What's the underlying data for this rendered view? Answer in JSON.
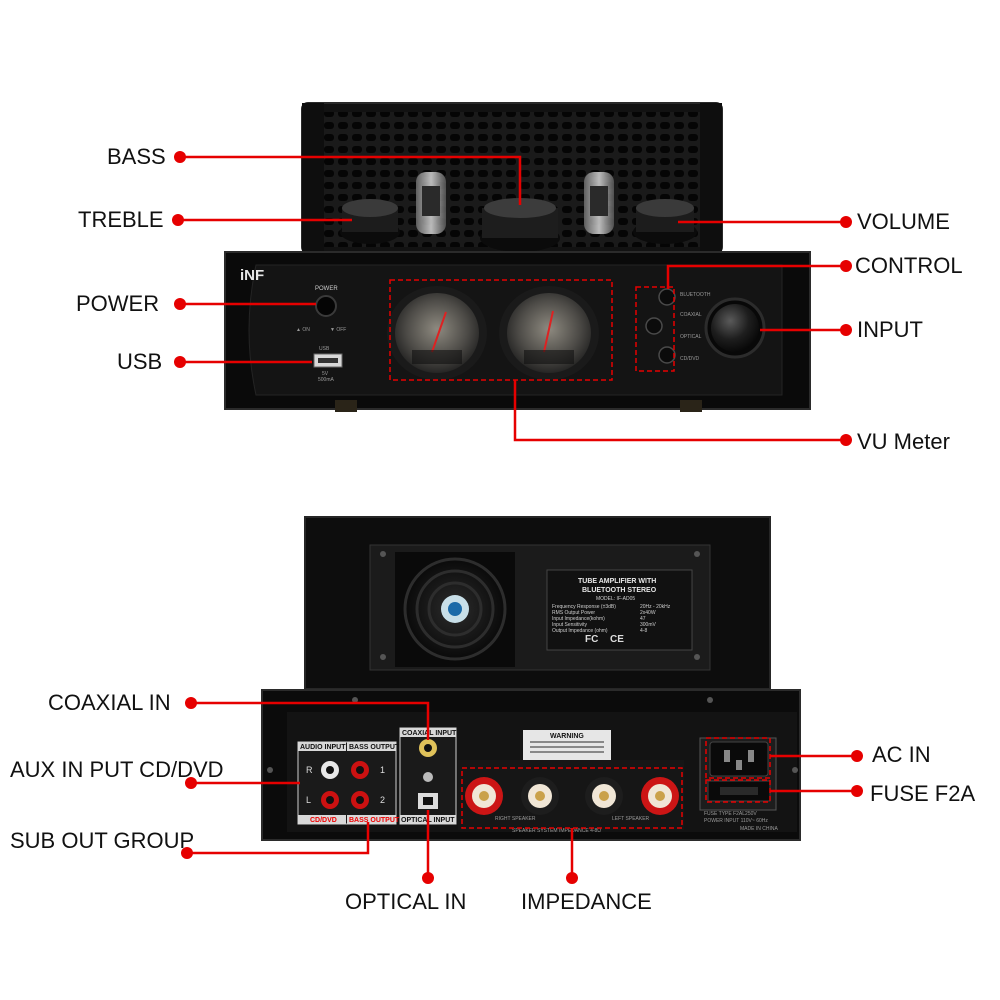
{
  "front": {
    "brand": "iNF",
    "power_label": "POWER",
    "power_on": "▲ ON",
    "power_off": "▼ OFF",
    "usb_label": "USB",
    "usb_spec_1": "5V",
    "usb_spec_2": "500mA",
    "input_options": [
      "BLUETOOTH",
      "COAXIAL",
      "OPTICAL",
      "CD/DVD"
    ]
  },
  "rear": {
    "plate_title_1": "TUBE AMPLIFIER WITH",
    "plate_title_2": "BLUETOOTH STEREO",
    "plate_model": "MODEL: IF-AD05",
    "plate_specs": [
      {
        "name": "Frequency Response (±3dB)",
        "value": "20Hz - 20kHz"
      },
      {
        "name": "RMS Output Power",
        "value": "2x40W"
      },
      {
        "name": "Input Impedance(kohm)",
        "value": "47"
      },
      {
        "name": "Input Sensitivity",
        "value": "300mV"
      },
      {
        "name": "Output Impedance (ohm)",
        "value": "4-8"
      }
    ],
    "plate_marks": [
      "FC",
      "CE"
    ],
    "audio_input": "AUDIO INPUT",
    "bass_output": "BASS OUTPUT",
    "coaxial_input": "COAXIAL INPUT",
    "optical_input": "OPTICAL INPUT",
    "cd_dvd": "CD/DVD",
    "bass_output_bottom": "BASS OUTPUT",
    "jack_r": "R",
    "jack_l": "L",
    "jack_1": "1",
    "jack_2": "2",
    "warning_title": "WARNING",
    "speaker_right": "RIGHT SPEAKER",
    "speaker_left": "LEFT SPEAKER",
    "speaker_system": "SPEAKER SYSTEM IMPEDANCE 4-8Ω",
    "fuse_type": "FUSE TYPE F2AL250V",
    "power_input": "POWER INPUT 110V~ 60Hz",
    "made_in": "MADE IN CHINA"
  },
  "callouts": {
    "bass": "BASS",
    "treble": "TREBLE",
    "power": "POWER",
    "usb": "USB",
    "volume": "VOLUME",
    "control": "CONTROL",
    "input": "INPUT",
    "vu_meter": "VU Meter",
    "coaxial_in": "COAXIAL IN",
    "aux_in": "AUX IN PUT CD/DVD",
    "sub_out": "SUB OUT GROUP",
    "optical_in": "OPTICAL IN",
    "impedance": "IMPEDANCE",
    "ac_in": "AC IN",
    "fuse": "FUSE F2A"
  },
  "colors": {
    "annotation": "#e60000",
    "chassis": "#0c0c0c",
    "panel": "#161616"
  }
}
